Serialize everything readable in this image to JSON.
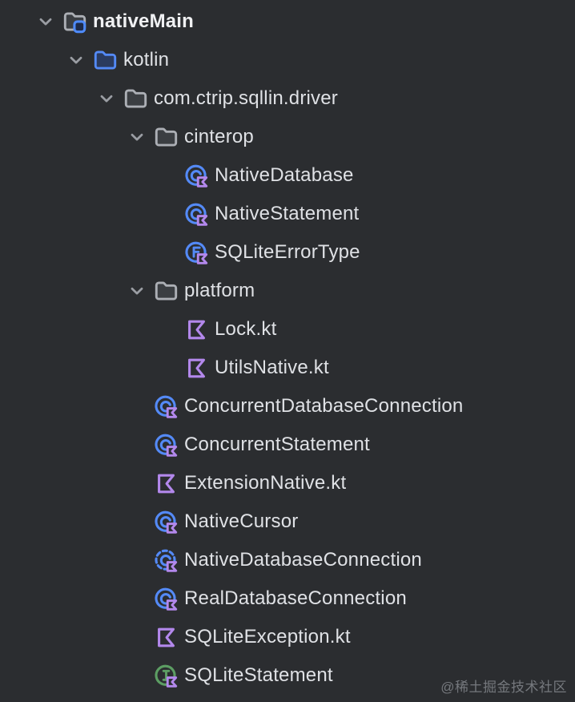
{
  "theme": {
    "background": "#2B2D30",
    "text_color": "#DFE1E5",
    "accent_blue": "#548AF7",
    "kotlin_purple": "#B388EC",
    "interface_green": "#5C9E63",
    "folder_gray": "#ACAFB5",
    "chevron_gray": "#9A9DA3"
  },
  "tree": {
    "items": [
      {
        "label": "nativeMain",
        "icon": "module-folder-icon",
        "level": 0,
        "expandable": true,
        "expanded": true,
        "bold": true
      },
      {
        "label": "kotlin",
        "icon": "source-folder-icon",
        "level": 1,
        "expandable": true,
        "expanded": true
      },
      {
        "label": "com.ctrip.sqllin.driver",
        "icon": "folder-icon",
        "level": 2,
        "expandable": true,
        "expanded": true
      },
      {
        "label": "cinterop",
        "icon": "folder-icon",
        "level": 3,
        "expandable": true,
        "expanded": true
      },
      {
        "label": "NativeDatabase",
        "icon": "kotlin-class-icon",
        "level": 4,
        "expandable": false
      },
      {
        "label": "NativeStatement",
        "icon": "kotlin-class-icon",
        "level": 4,
        "expandable": false
      },
      {
        "label": "SQLiteErrorType",
        "icon": "kotlin-enum-icon",
        "level": 4,
        "expandable": false
      },
      {
        "label": "platform",
        "icon": "folder-icon",
        "level": 3,
        "expandable": true,
        "expanded": true
      },
      {
        "label": "Lock.kt",
        "icon": "kotlin-file-icon",
        "level": 4,
        "expandable": false
      },
      {
        "label": "UtilsNative.kt",
        "icon": "kotlin-file-icon",
        "level": 4,
        "expandable": false
      },
      {
        "label": "ConcurrentDatabaseConnection",
        "icon": "kotlin-class-icon",
        "level": 3,
        "expandable": false
      },
      {
        "label": "ConcurrentStatement",
        "icon": "kotlin-class-icon",
        "level": 3,
        "expandable": false
      },
      {
        "label": "ExtensionNative.kt",
        "icon": "kotlin-file-icon",
        "level": 3,
        "expandable": false
      },
      {
        "label": "NativeCursor",
        "icon": "kotlin-class-icon",
        "level": 3,
        "expandable": false
      },
      {
        "label": "NativeDatabaseConnection",
        "icon": "kotlin-abstract-class-icon",
        "level": 3,
        "expandable": false
      },
      {
        "label": "RealDatabaseConnection",
        "icon": "kotlin-class-icon",
        "level": 3,
        "expandable": false
      },
      {
        "label": "SQLiteException.kt",
        "icon": "kotlin-file-icon",
        "level": 3,
        "expandable": false
      },
      {
        "label": "SQLiteStatement",
        "icon": "kotlin-interface-icon",
        "level": 3,
        "expandable": false
      }
    ]
  },
  "watermark": {
    "text": "@稀土掘金技术社区"
  }
}
